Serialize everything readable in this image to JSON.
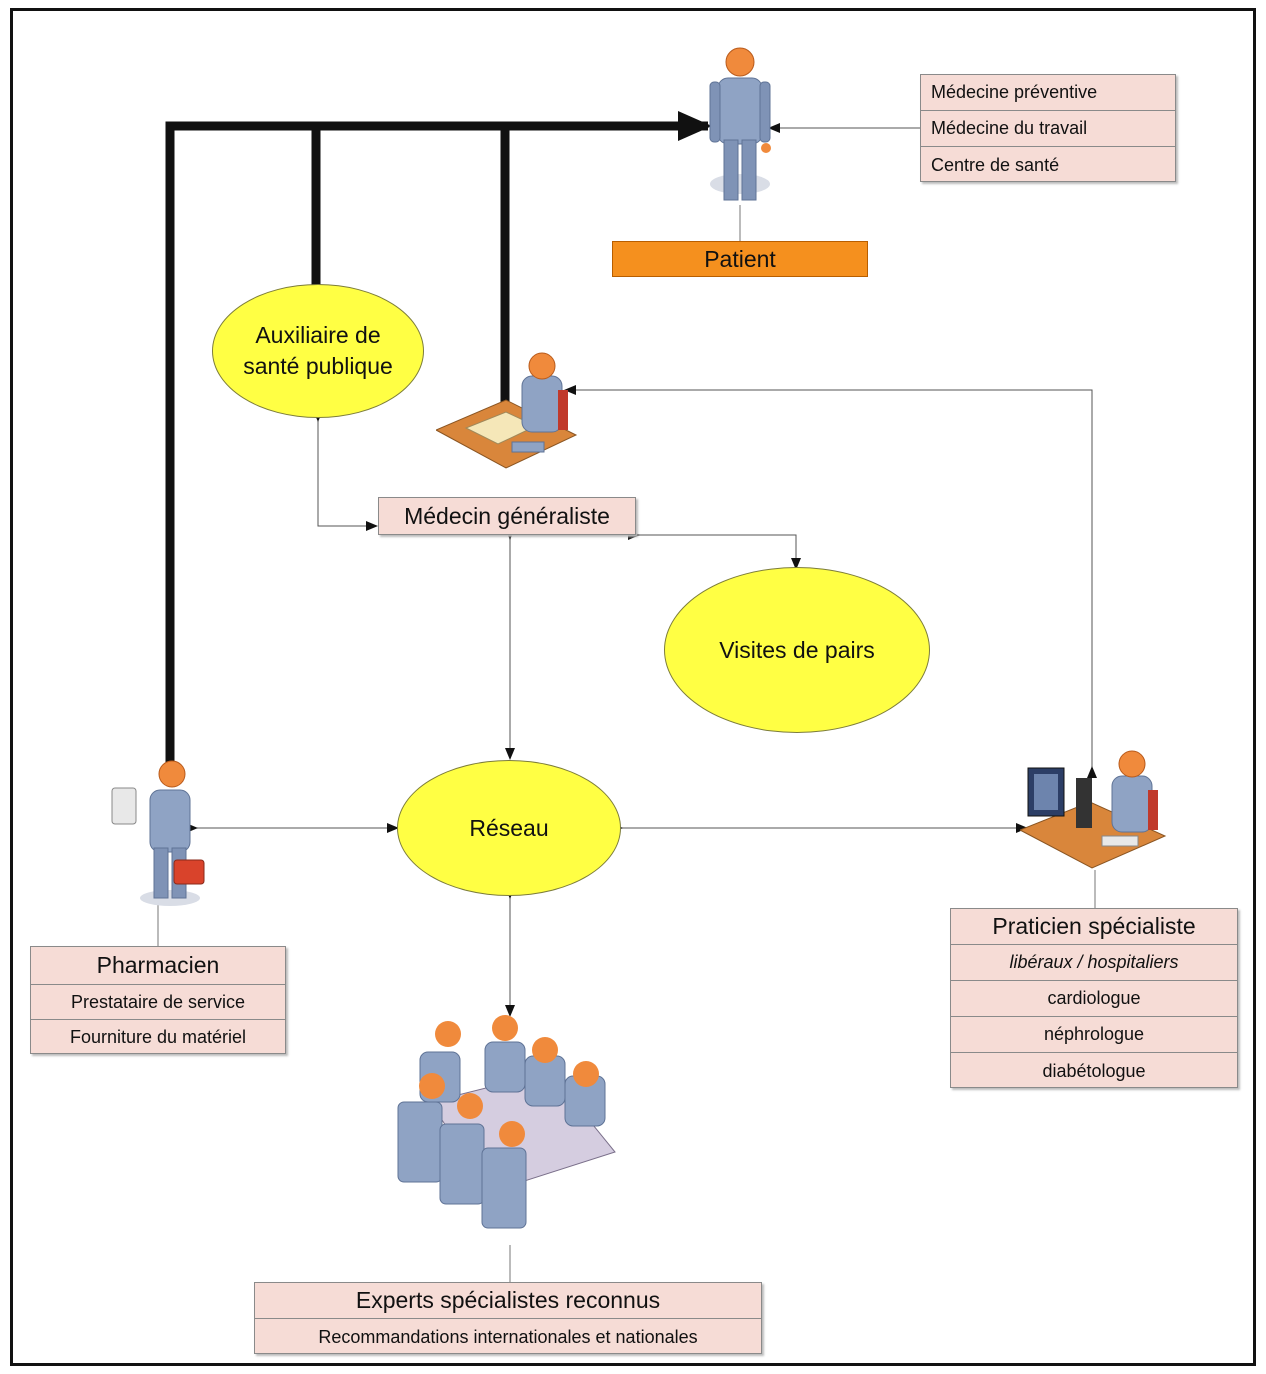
{
  "patient": {
    "label": "Patient",
    "services": [
      "Médecine préventive",
      "Médecine du travail",
      "Centre de santé"
    ]
  },
  "auxiliaire": {
    "line1": "Auxiliaire de",
    "line2": "santé publique"
  },
  "medecin_generaliste": {
    "label": "Médecin généraliste"
  },
  "visites": {
    "label": "Visites de pairs"
  },
  "reseau": {
    "label": "Réseau"
  },
  "pharmacien": {
    "title": "Pharmacien",
    "items": [
      "Prestataire de service",
      "Fourniture du matériel"
    ]
  },
  "praticien": {
    "title": "Praticien spécialiste",
    "subtitle": "libéraux / hospitaliers",
    "items": [
      "cardiologue",
      "néphrologue",
      "diabétologue"
    ]
  },
  "experts": {
    "title": "Experts spécialistes reconnus",
    "subtitle": "Recommandations internationales et nationales"
  },
  "colors": {
    "ellipse_fill": "#ffff44",
    "box_fill": "#f6dcd6",
    "patient_fill": "#f5901e",
    "person_head": "#f08a3c",
    "person_body": "#8fa3c4"
  }
}
